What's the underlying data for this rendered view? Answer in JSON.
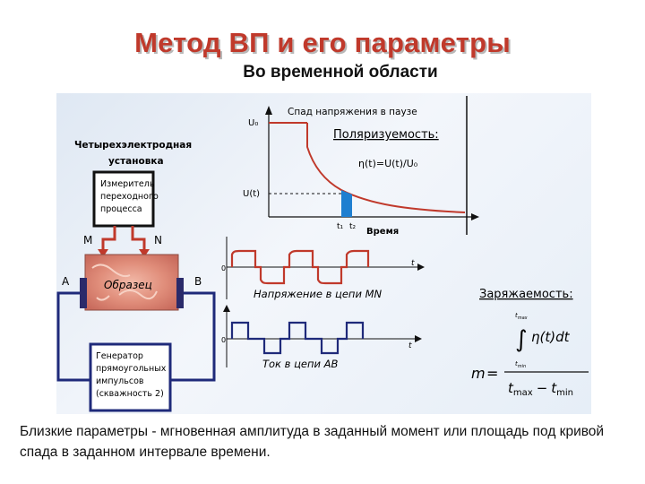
{
  "slide": {
    "title": "Метод ВП и его параметры",
    "subtitle": "Во временной области",
    "caption": "Близкие параметры - мгновенная амплитуда в заданный момент или площадь под кривой спада в заданном интервале времени."
  },
  "setup": {
    "label_line1": "Четырехэлектродная",
    "label_line2": "установка",
    "meter": [
      "Измеритель",
      "переходного",
      "процесса"
    ],
    "electrode_m": "M",
    "electrode_n": "N",
    "electrode_a": "A",
    "electrode_b": "B",
    "sample": "Образец",
    "generator": [
      "Генератор",
      "прямоугольных",
      "импульсов",
      "(скважность 2)"
    ]
  },
  "decay": {
    "title": "Спад напряжения в паузе",
    "u0": "U₀",
    "ut": "U(t)",
    "t1": "t₁",
    "t2": "t₂",
    "xlabel": "Время"
  },
  "polarizability": {
    "label": "Поляризуемость:",
    "formula": "η(t)=U(t)/U₀"
  },
  "voltage": {
    "zero": "0",
    "t": "t",
    "label": "Напряжение в цепи MN"
  },
  "current": {
    "zero": "0",
    "t": "t",
    "label": "Ток в цепи AB"
  },
  "chargeability": {
    "label": "Заряжаемость:",
    "m": "m",
    "eq": "=",
    "tmax": "t",
    "sub_max": "max",
    "tmin": "t",
    "sub_min": "min",
    "integrand": "η(t)dt",
    "minus": "−"
  },
  "colors": {
    "title": "#c0392b",
    "curve": "#c0392b",
    "area": "#1f7fd0",
    "wire": "#1f2a7a"
  }
}
